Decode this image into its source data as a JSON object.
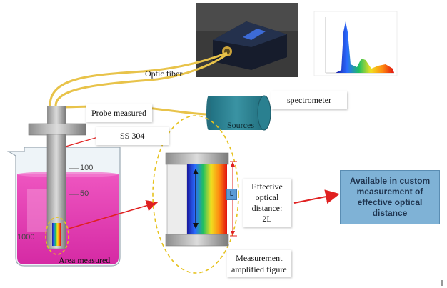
{
  "labels": {
    "optic_fiber": "Optic fiber",
    "spectrometer": "spectrometer",
    "probe_measured": "Probe measured",
    "sources": "Sources",
    "ss304": "SS 304",
    "area_measured": "Area measured",
    "effective_line1": "Effective",
    "effective_line2": "optical",
    "effective_line3": "distance:",
    "effective_line4": "2L",
    "measurement_line1": "Measurement",
    "measurement_line2": "amplified figure",
    "l_marker": "L",
    "callout_line1": "Available in custom",
    "callout_line2": "measurement of",
    "callout_line3": "effective optical",
    "callout_line4": "distance",
    "beaker_mark_100": "100",
    "beaker_mark_50": "50",
    "beaker_mark_1000": "1000"
  },
  "colors": {
    "fiber": "#e8c34a",
    "liquid": "#e040b0",
    "callout_bg": "#7fb2d6",
    "arrow": "#e02020",
    "sources_body": "#2f7f8f",
    "dashed_outline": "#e6c21e"
  },
  "icons": {
    "spectrometer_device": "spectrometer-photo",
    "spectrum_plot": "emission-spectrum-thumbnail"
  }
}
